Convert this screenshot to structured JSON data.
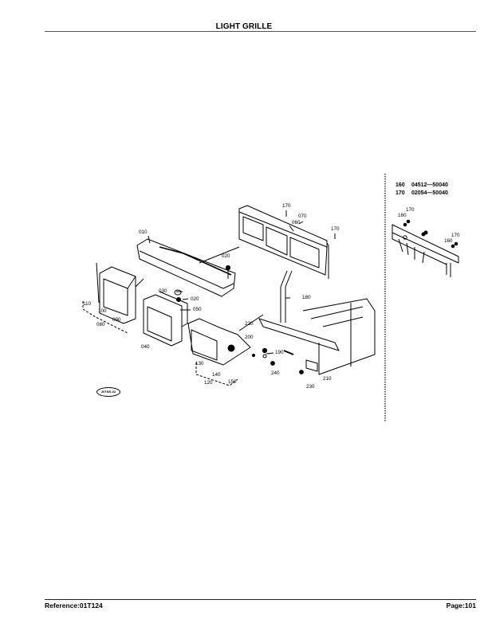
{
  "header": {
    "title": "LIGHT GRILLE"
  },
  "footer": {
    "reference": "Reference:01T124",
    "page": "Page:101"
  },
  "diagram": {
    "figure_code": "J0TNS-02",
    "reference_table": [
      {
        "part_no": "160",
        "code": "04512—50040"
      },
      {
        "part_no": "170",
        "code": "02054—50040"
      }
    ],
    "callouts": {
      "c010": "010",
      "c020a": "020",
      "c020b": "020",
      "c030": "030",
      "c040": "040",
      "c050": "050",
      "c060": "060",
      "c070": "070",
      "c080": "080",
      "c090": "090",
      "c100": "100",
      "c110": "110",
      "c120": "120",
      "c130": "130",
      "c140": "140",
      "c150": "150",
      "c170a": "170",
      "c170b": "170",
      "c180": "180",
      "c190": "190",
      "c200": "200",
      "c210": "210",
      "c220": "220",
      "c230": "230",
      "c240": "240",
      "inset_160a": "160",
      "inset_170a": "170",
      "inset_160b": "160",
      "inset_170b": "170"
    }
  }
}
